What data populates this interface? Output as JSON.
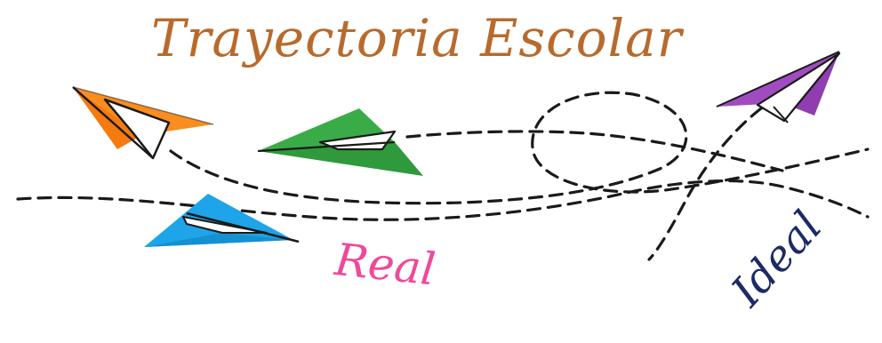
{
  "title": "Trayectoria Escolar",
  "labels": {
    "real": "Real",
    "ideal": "Ideal"
  },
  "colors": {
    "title": "#b86a2c",
    "real": "#f0489a",
    "ideal": "#1c2a66",
    "plane_orange": "#fb8c1e",
    "plane_green": "#3aac47",
    "plane_blue": "#1ea4e8",
    "plane_purple": "#a04cc0"
  },
  "icons": [
    "paper-plane-orange",
    "paper-plane-green",
    "paper-plane-blue",
    "paper-plane-purple"
  ]
}
